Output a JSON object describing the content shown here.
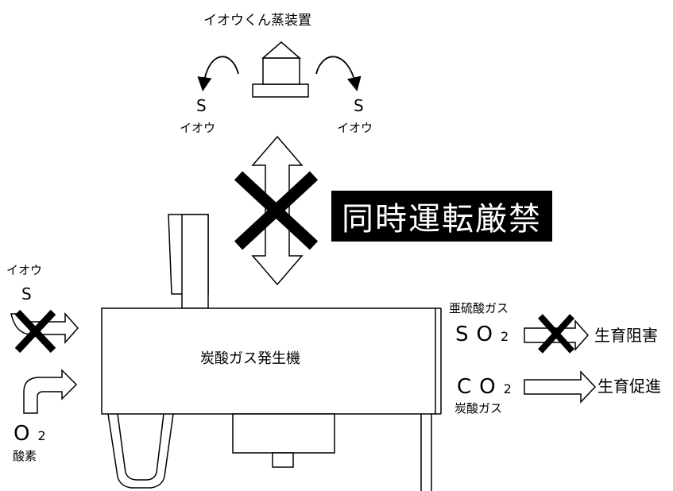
{
  "vaporizer": {
    "title": "イオウくん蒸装置"
  },
  "sulfur_left": {
    "symbol": "S",
    "name": "イオウ"
  },
  "sulfur_right": {
    "symbol": "S",
    "name": "イオウ"
  },
  "warning": {
    "text": "同時運転厳禁"
  },
  "generator": {
    "label": "炭酸ガス発生機"
  },
  "input_sulfur": {
    "name": "イオウ",
    "symbol": "S"
  },
  "input_oxygen": {
    "symbol": "O",
    "subscript": "2",
    "name": "酸素"
  },
  "output_so2": {
    "name": "亜硫酸ガス",
    "symbol": "SO",
    "subscript": "2",
    "effect": "生育阻害"
  },
  "output_co2": {
    "name": "炭酸ガス",
    "symbol": "CO",
    "subscript": "2",
    "effect": "生育促進"
  },
  "colors": {
    "line": "#000000",
    "fill": "#ffffff",
    "warning_bg": "#000000",
    "warning_text": "#ffffff"
  }
}
